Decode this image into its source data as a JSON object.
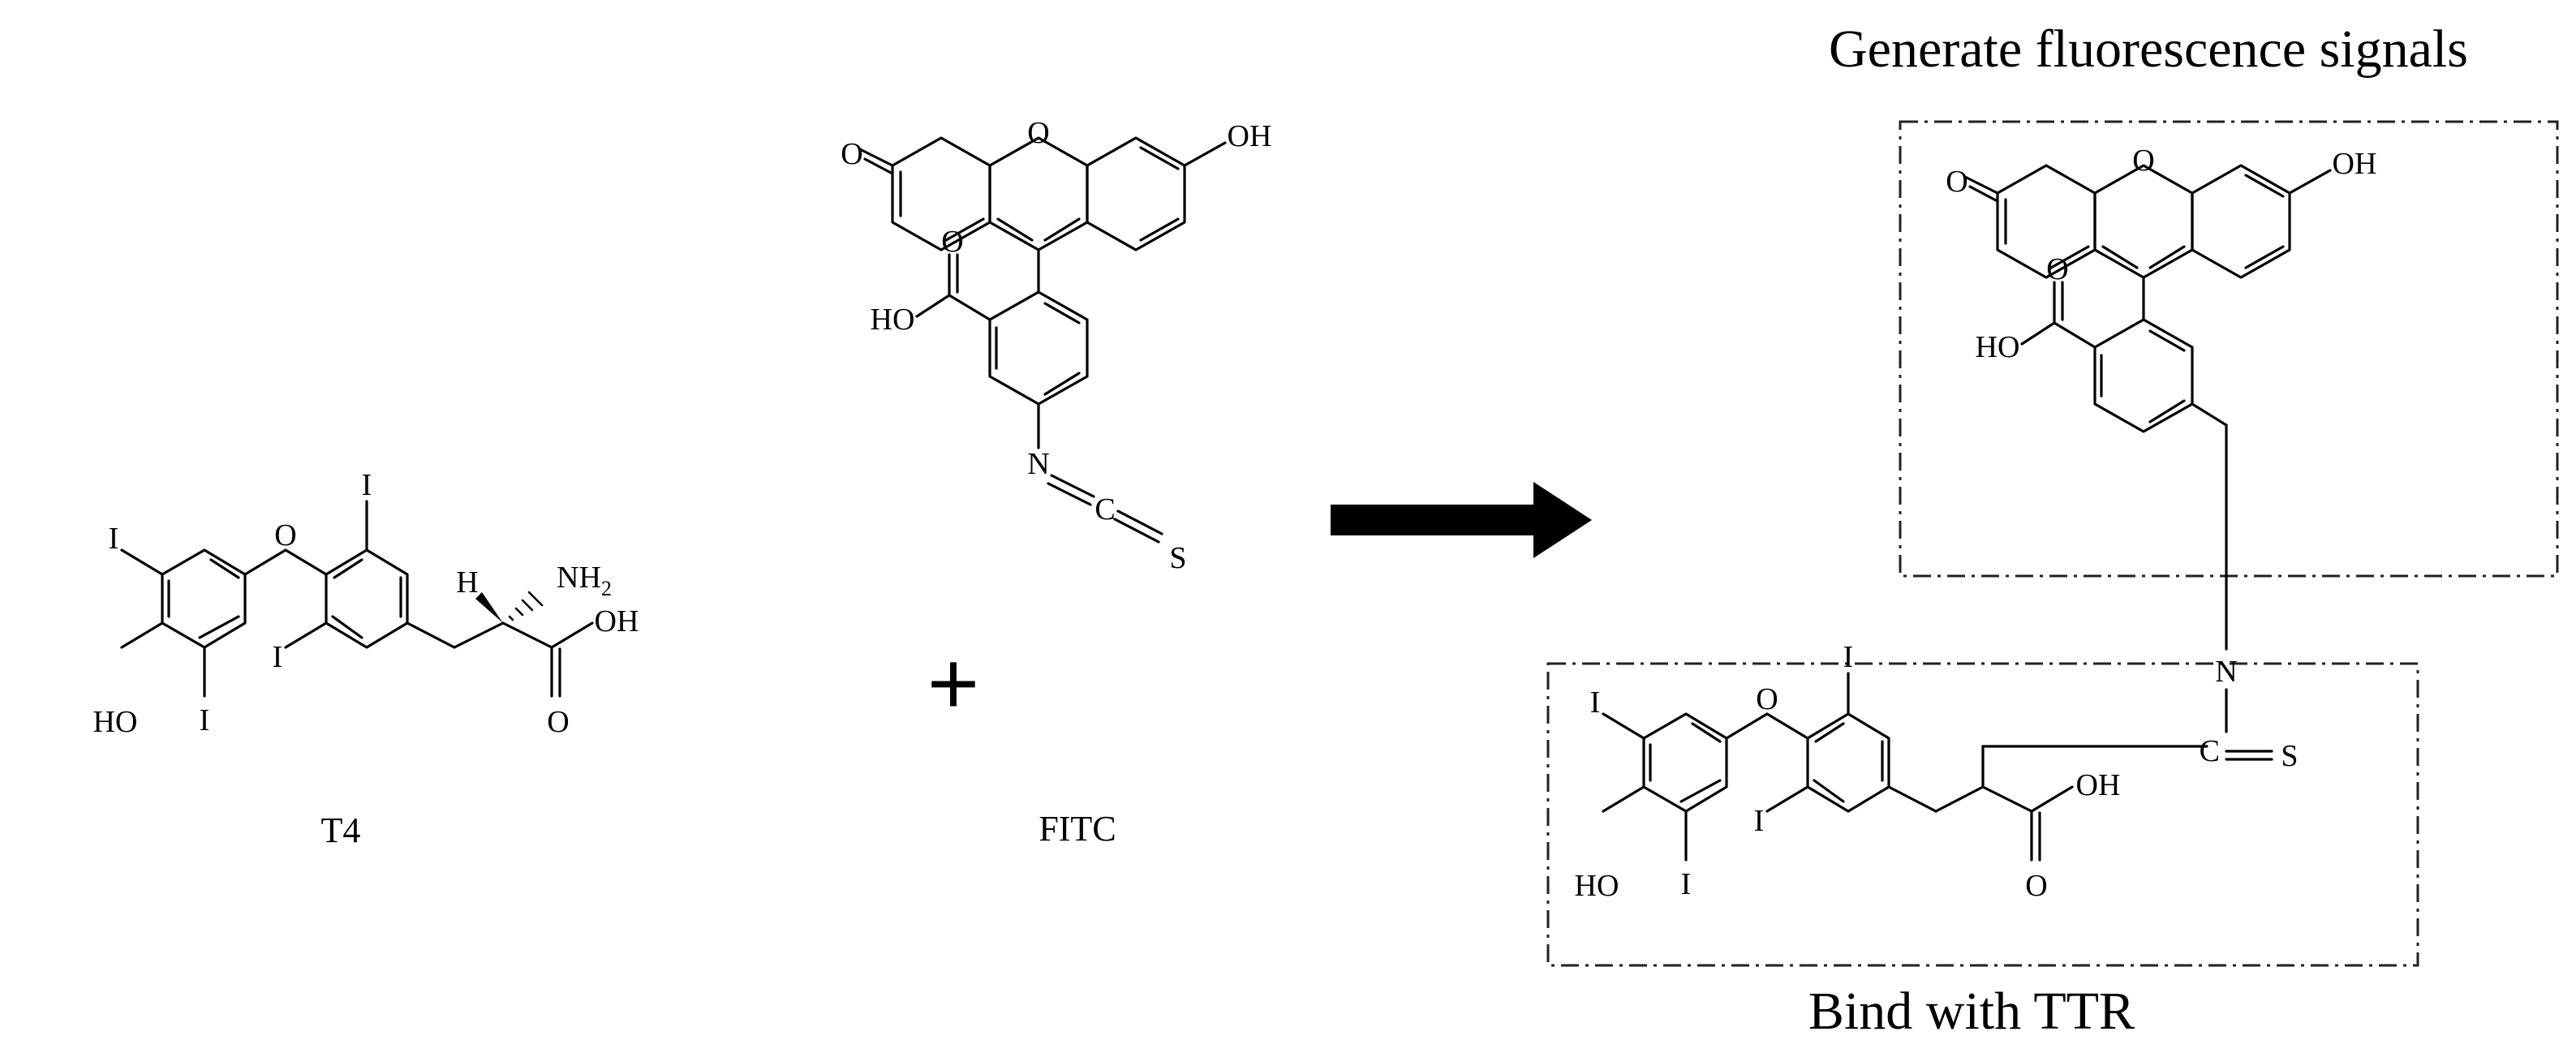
{
  "header": {
    "fluorescence_label": "Generate fluorescence signals"
  },
  "footer": {
    "binding_label": "Bind with TTR"
  },
  "plus_sign": "+",
  "compounds": {
    "t4": {
      "name": "T4"
    },
    "fitc": {
      "name": "FITC"
    }
  },
  "atoms": {
    "iodine": "I",
    "oxygen": "O",
    "hydroxyl": "HO",
    "hydroxyl_right": "OH",
    "hydrogen": "H",
    "amine": "NH",
    "amine_sub": "2",
    "nitrogen": "N",
    "carbon": "C",
    "sulfur": "S"
  },
  "colors": {
    "ink": "#000000",
    "background": "#ffffff"
  }
}
